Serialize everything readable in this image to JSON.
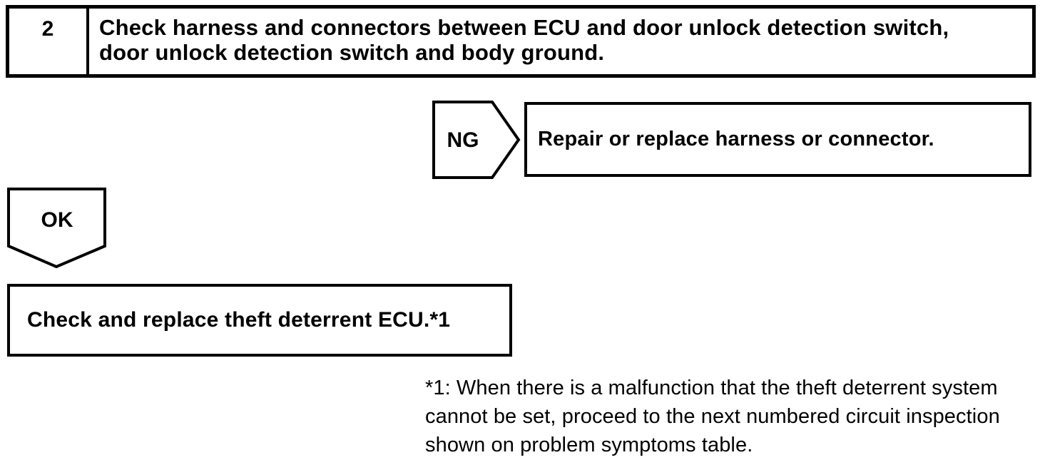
{
  "flowchart": {
    "step_number": "2",
    "step_instruction_lines": [
      "Check harness and connectors between ECU and door unlock detection switch,",
      "door unlock detection switch and body ground."
    ],
    "ng_label": "NG",
    "ng_result": "Repair or replace harness or connector.",
    "ok_label": "OK",
    "ok_result": "Check and replace theft deterrent ECU.*1",
    "footnote_lines": [
      "*1: When there is a malfunction that the theft deterrent system",
      "cannot be set, proceed to the next numbered circuit inspection",
      "shown on problem symptoms table."
    ],
    "colors": {
      "ink": "#000000",
      "paper": "#ffffff"
    }
  }
}
